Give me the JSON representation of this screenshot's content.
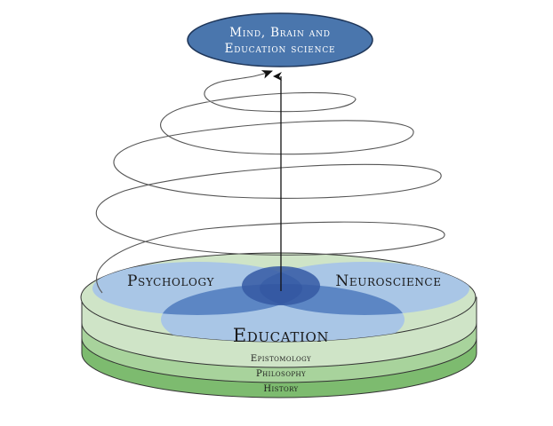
{
  "goal": {
    "line1": "Mind, Brain and",
    "line2": "Education science"
  },
  "circles": {
    "psychology": "Psychology",
    "neuroscience": "Neuroscience",
    "education": "Education"
  },
  "layers": [
    "Epistomology",
    "Philosophy",
    "History"
  ],
  "colors": {
    "goal_fill": "#4a76ad",
    "layer_green_light": "#cfe4c7",
    "layer_green_mid": "#a8d39c",
    "layer_green_dark": "#7dbb6f",
    "circle_light_blue": "#a9c6e6",
    "circle_mid_blue": "#5c86c4",
    "circle_dark_blue": "#3559a3",
    "spiral": "#555555"
  }
}
